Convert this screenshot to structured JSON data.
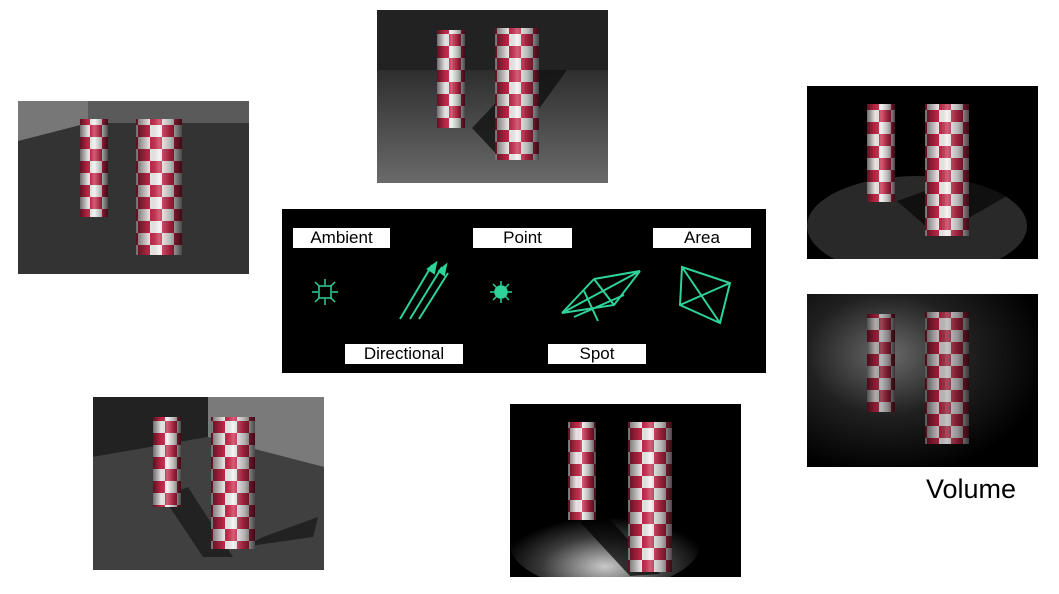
{
  "legend": {
    "labels": {
      "ambient": "Ambient",
      "point": "Point",
      "area": "Area",
      "directional": "Directional",
      "spot": "Spot"
    },
    "icon_color": "#2ed39a",
    "background": "#000000"
  },
  "volume_label": "Volume",
  "scene": {
    "checker_red": "#c8284a",
    "checker_white": "#f4f0f0"
  },
  "renders": [
    {
      "id": "ambient",
      "lighting": "ambient"
    },
    {
      "id": "point",
      "lighting": "point"
    },
    {
      "id": "area",
      "lighting": "area"
    },
    {
      "id": "directional",
      "lighting": "directional"
    },
    {
      "id": "spot",
      "lighting": "spot"
    },
    {
      "id": "volume",
      "lighting": "volume"
    }
  ]
}
